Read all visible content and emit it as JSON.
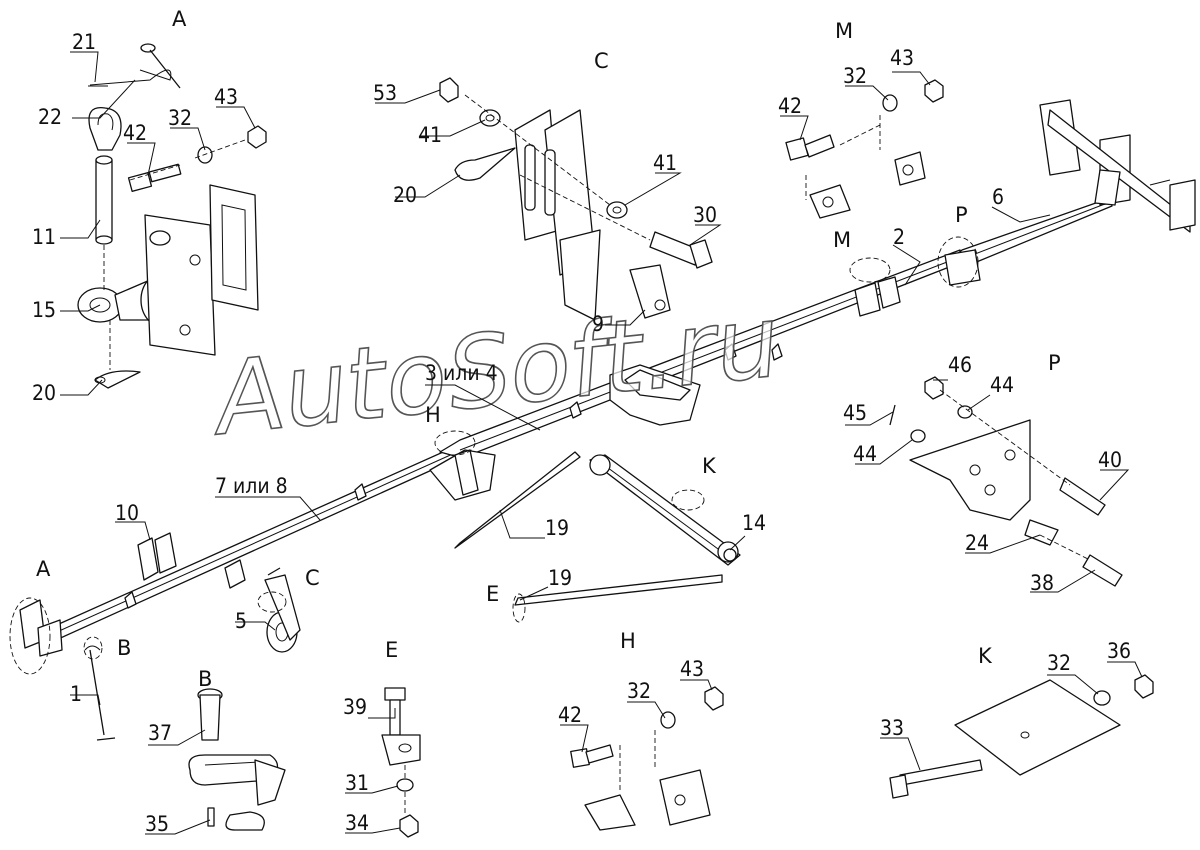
{
  "watermark": {
    "text": "AutoSoft.ru"
  },
  "sections": {
    "A1": "A",
    "A2": "A",
    "B1": "B",
    "B2": "B",
    "C1": "C",
    "C2": "C",
    "E1": "E",
    "E2": "E",
    "H1": "H",
    "H2": "H",
    "K1": "K",
    "K2": "K",
    "M1": "M",
    "M2": "M",
    "P1": "P",
    "P2": "P"
  },
  "labels": {
    "p21": "21",
    "p22": "22",
    "p42a": "42",
    "p32a": "32",
    "p43a": "43",
    "p11": "11",
    "p15": "15",
    "p20a": "20",
    "p53": "53",
    "p41a": "41",
    "p20b": "20",
    "p41b": "41",
    "p30": "30",
    "p9": "9",
    "p42b": "42",
    "p32b": "32",
    "p43b": "43",
    "p2": "2",
    "p6": "6",
    "p34alt": "3 или 4",
    "p78alt": "7 или 8",
    "p10": "10",
    "p5": "5",
    "p1": "1",
    "p19a": "19",
    "p19b": "19",
    "p14": "14",
    "p46": "46",
    "p44a": "44",
    "p45": "45",
    "p44b": "44",
    "p40": "40",
    "p24": "24",
    "p38": "38",
    "p37": "37",
    "p35": "35",
    "p39": "39",
    "p31": "31",
    "p34": "34",
    "p42c": "42",
    "p32c": "32",
    "p43c": "43",
    "p32d": "32",
    "p36": "36",
    "p33": "33"
  }
}
